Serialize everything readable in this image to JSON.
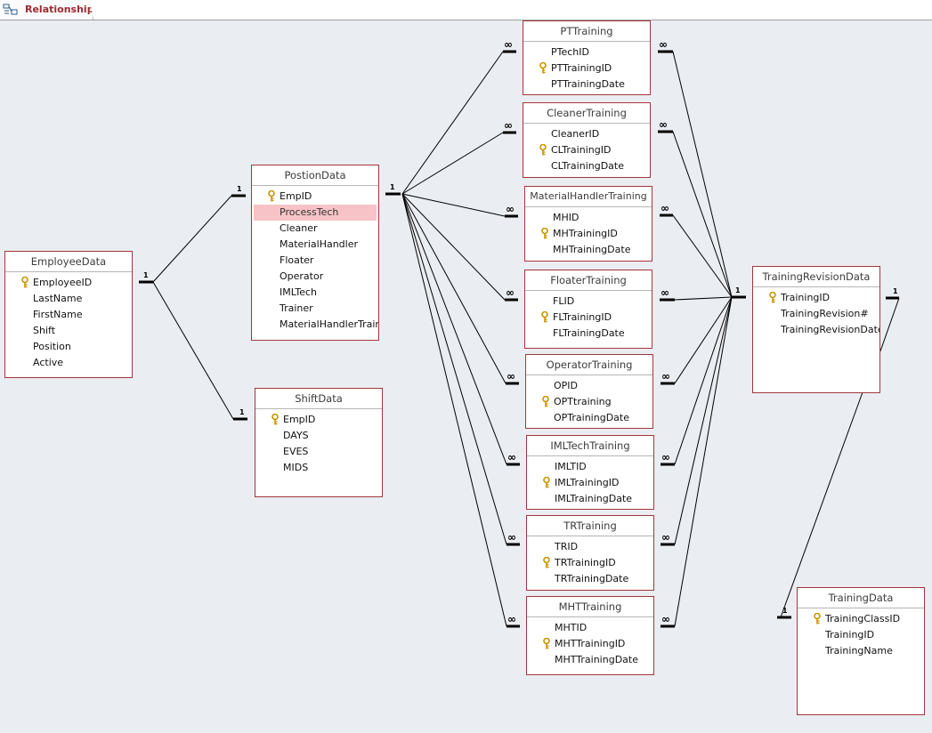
{
  "tab": {
    "label": "Relationships",
    "icon": "relationships-icon"
  },
  "colors": {
    "border": "#a4373a",
    "canvas": "#eaedf2",
    "selected": "#f8c3c6",
    "key": "#d9a300"
  },
  "cardinality": {
    "one": "1",
    "many": "∞"
  },
  "tables": {
    "employee": {
      "title": "EmployeeData",
      "fields": [
        "EmployeeID",
        "LastName",
        "FirstName",
        "Shift",
        "Position",
        "Active"
      ]
    },
    "position": {
      "title": "PostionData",
      "fields": [
        "EmpID",
        "ProcessTech",
        "Cleaner",
        "MaterialHandler",
        "Floater",
        "Operator",
        "IMLTech",
        "Trainer",
        "MaterialHandlerTrainer"
      ]
    },
    "shift": {
      "title": "ShiftData",
      "fields": [
        "EmpID",
        "DAYS",
        "EVES",
        "MIDS"
      ]
    },
    "pt": {
      "title": "PTTraining",
      "fields": [
        "PTechID",
        "PTTrainingID",
        "PTTrainingDate"
      ]
    },
    "cleaner": {
      "title": "CleanerTraining",
      "fields": [
        "CleanerID",
        "CLTrainingID",
        "CLTrainingDate"
      ]
    },
    "mh": {
      "title": "MaterialHandlerTraining",
      "fields": [
        "MHID",
        "MHTrainingID",
        "MHTrainingDate"
      ]
    },
    "floater": {
      "title": "FloaterTraining",
      "fields": [
        "FLID",
        "FLTrainingID",
        "FLTrainingDate"
      ]
    },
    "operator": {
      "title": "OperatorTraining",
      "fields": [
        "OPID",
        "OPTtraining",
        "OPTrainingDate"
      ]
    },
    "iml": {
      "title": "IMLTechTraining",
      "fields": [
        "IMLTID",
        "IMLTrainingID",
        "IMLTrainingDate"
      ]
    },
    "tr": {
      "title": "TRTraining",
      "fields": [
        "TRID",
        "TRTrainingID",
        "TRTrainingDate"
      ]
    },
    "mht": {
      "title": "MHTTraining",
      "fields": [
        "MHTID",
        "MHTTrainingID",
        "MHTTrainingDate"
      ]
    },
    "revision": {
      "title": "TrainingRevisionData",
      "fields": [
        "TrainingID",
        "TrainingRevision#",
        "TrainingRevisionDate"
      ]
    },
    "training": {
      "title": "TrainingData",
      "fields": [
        "TrainingClassID",
        "TrainingID",
        "TrainingName"
      ]
    }
  }
}
